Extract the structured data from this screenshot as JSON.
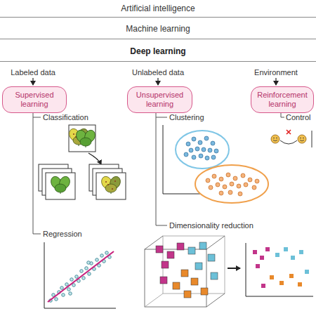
{
  "diagram": {
    "nodes": [
      {
        "text": [
          "Artificial intelligence"
        ]
      },
      {
        "text": [
          "Machine learning"
        ]
      },
      {
        "text": [
          "Deep learning"
        ]
      },
      {
        "text": [
          "Supervised learning"
        ]
      },
      {
        "text": [
          "Unsupervised learning"
        ]
      },
      {
        "text": [
          "Reinforcement learning"
        ]
      }
    ],
    "labels": [
      "Labeled data",
      "Unlabeled data",
      "Environment",
      "Classification",
      "Regression",
      "Clustering",
      "Dimensionality reduction",
      "Control"
    ]
  }
}
